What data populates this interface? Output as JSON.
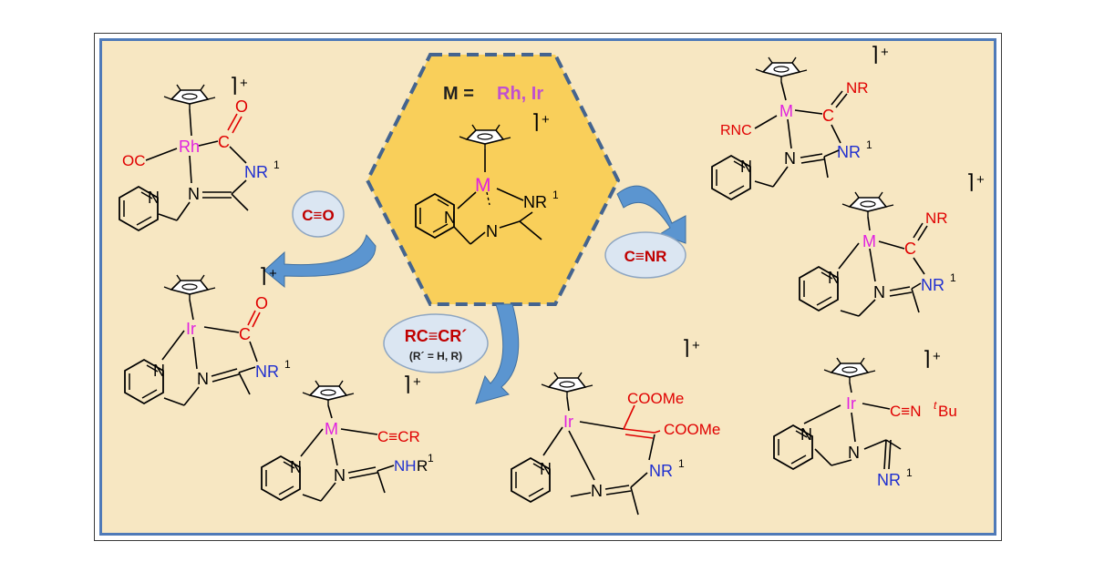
{
  "center": {
    "metal_def": "M = ",
    "metal_list": "Rh, Ir",
    "metal": "M",
    "nr1": "NR",
    "n_py": "N",
    "n_am": "N",
    "sup_r": "1",
    "charge": "+"
  },
  "reagents": {
    "co": "C≡O",
    "cnr": "C≡NR",
    "alkyne": "RC≡CR´",
    "alkyne_note": "(R´ = H, R)"
  },
  "products": {
    "rh_co": {
      "metal": "Rh",
      "oc": "OC",
      "c": "C",
      "o": "O",
      "nr1": "NR",
      "n": "N",
      "n_py": "N",
      "charge": "+"
    },
    "isocyanide_top": {
      "metal": "M",
      "rnc": "RNC",
      "c": "C",
      "nr": "NR",
      "nr1": "NR",
      "n": "N",
      "n_py": "N",
      "charge": "+"
    },
    "isocyanide_mid": {
      "metal": "M",
      "c": "C",
      "nr": "NR",
      "nr1": "NR",
      "n": "N",
      "n_py": "N",
      "charge": "+"
    },
    "ir_co": {
      "metal": "Ir",
      "c": "C",
      "o": "O",
      "nr1": "NR",
      "n": "N",
      "n_py": "N",
      "charge": "+"
    },
    "alkynyl": {
      "metal": "M",
      "cc": "C≡CR",
      "nh": "NH",
      "r1": "R",
      "n": "N",
      "n_py": "N",
      "charge": "+"
    },
    "vinyl": {
      "metal": "Ir",
      "ester1": "COOMe",
      "ester2": "COOMe",
      "nr1": "NR",
      "n": "N",
      "n_py": "N",
      "charge": "+"
    },
    "tbu": {
      "metal": "Ir",
      "cn": "C≡N",
      "t": "t",
      "bu": "Bu",
      "nr1": "NR",
      "n": "N",
      "n_py": "N",
      "charge": "+"
    }
  },
  "colors": {
    "background": "#f7e7c2",
    "frame": "#4f7ab8",
    "hexagon": "#f9cf5a",
    "hexagon_border": "#44648f",
    "arrow": "#5b95d0",
    "bubble": "#dbe6f2",
    "reagent_text": "#c00000",
    "metal": "#e020e0",
    "ligand_red": "#e00000",
    "nitrogen_blue": "#1f2fd0",
    "metal_list": "#c050d0"
  }
}
